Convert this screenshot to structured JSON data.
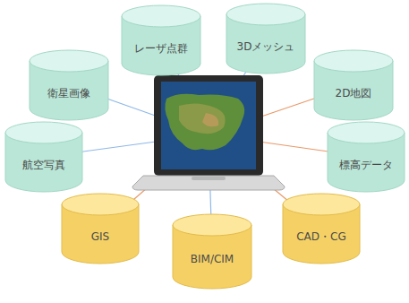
{
  "diagram": {
    "nodes": [
      {
        "text": [
          "レーザ点群"
        ]
      },
      {
        "text": [
          "3Dメッシュ"
        ]
      },
      {
        "text": [
          "衛星画像"
        ]
      },
      {
        "text": [
          "2D地図"
        ]
      },
      {
        "text": [
          "航空写真"
        ]
      },
      {
        "text": [
          "標高データ"
        ]
      },
      {
        "text": [
          "GIS"
        ]
      },
      {
        "text": [
          "CAD・CG"
        ]
      },
      {
        "text": [
          "BIM/CIM"
        ]
      }
    ]
  }
}
